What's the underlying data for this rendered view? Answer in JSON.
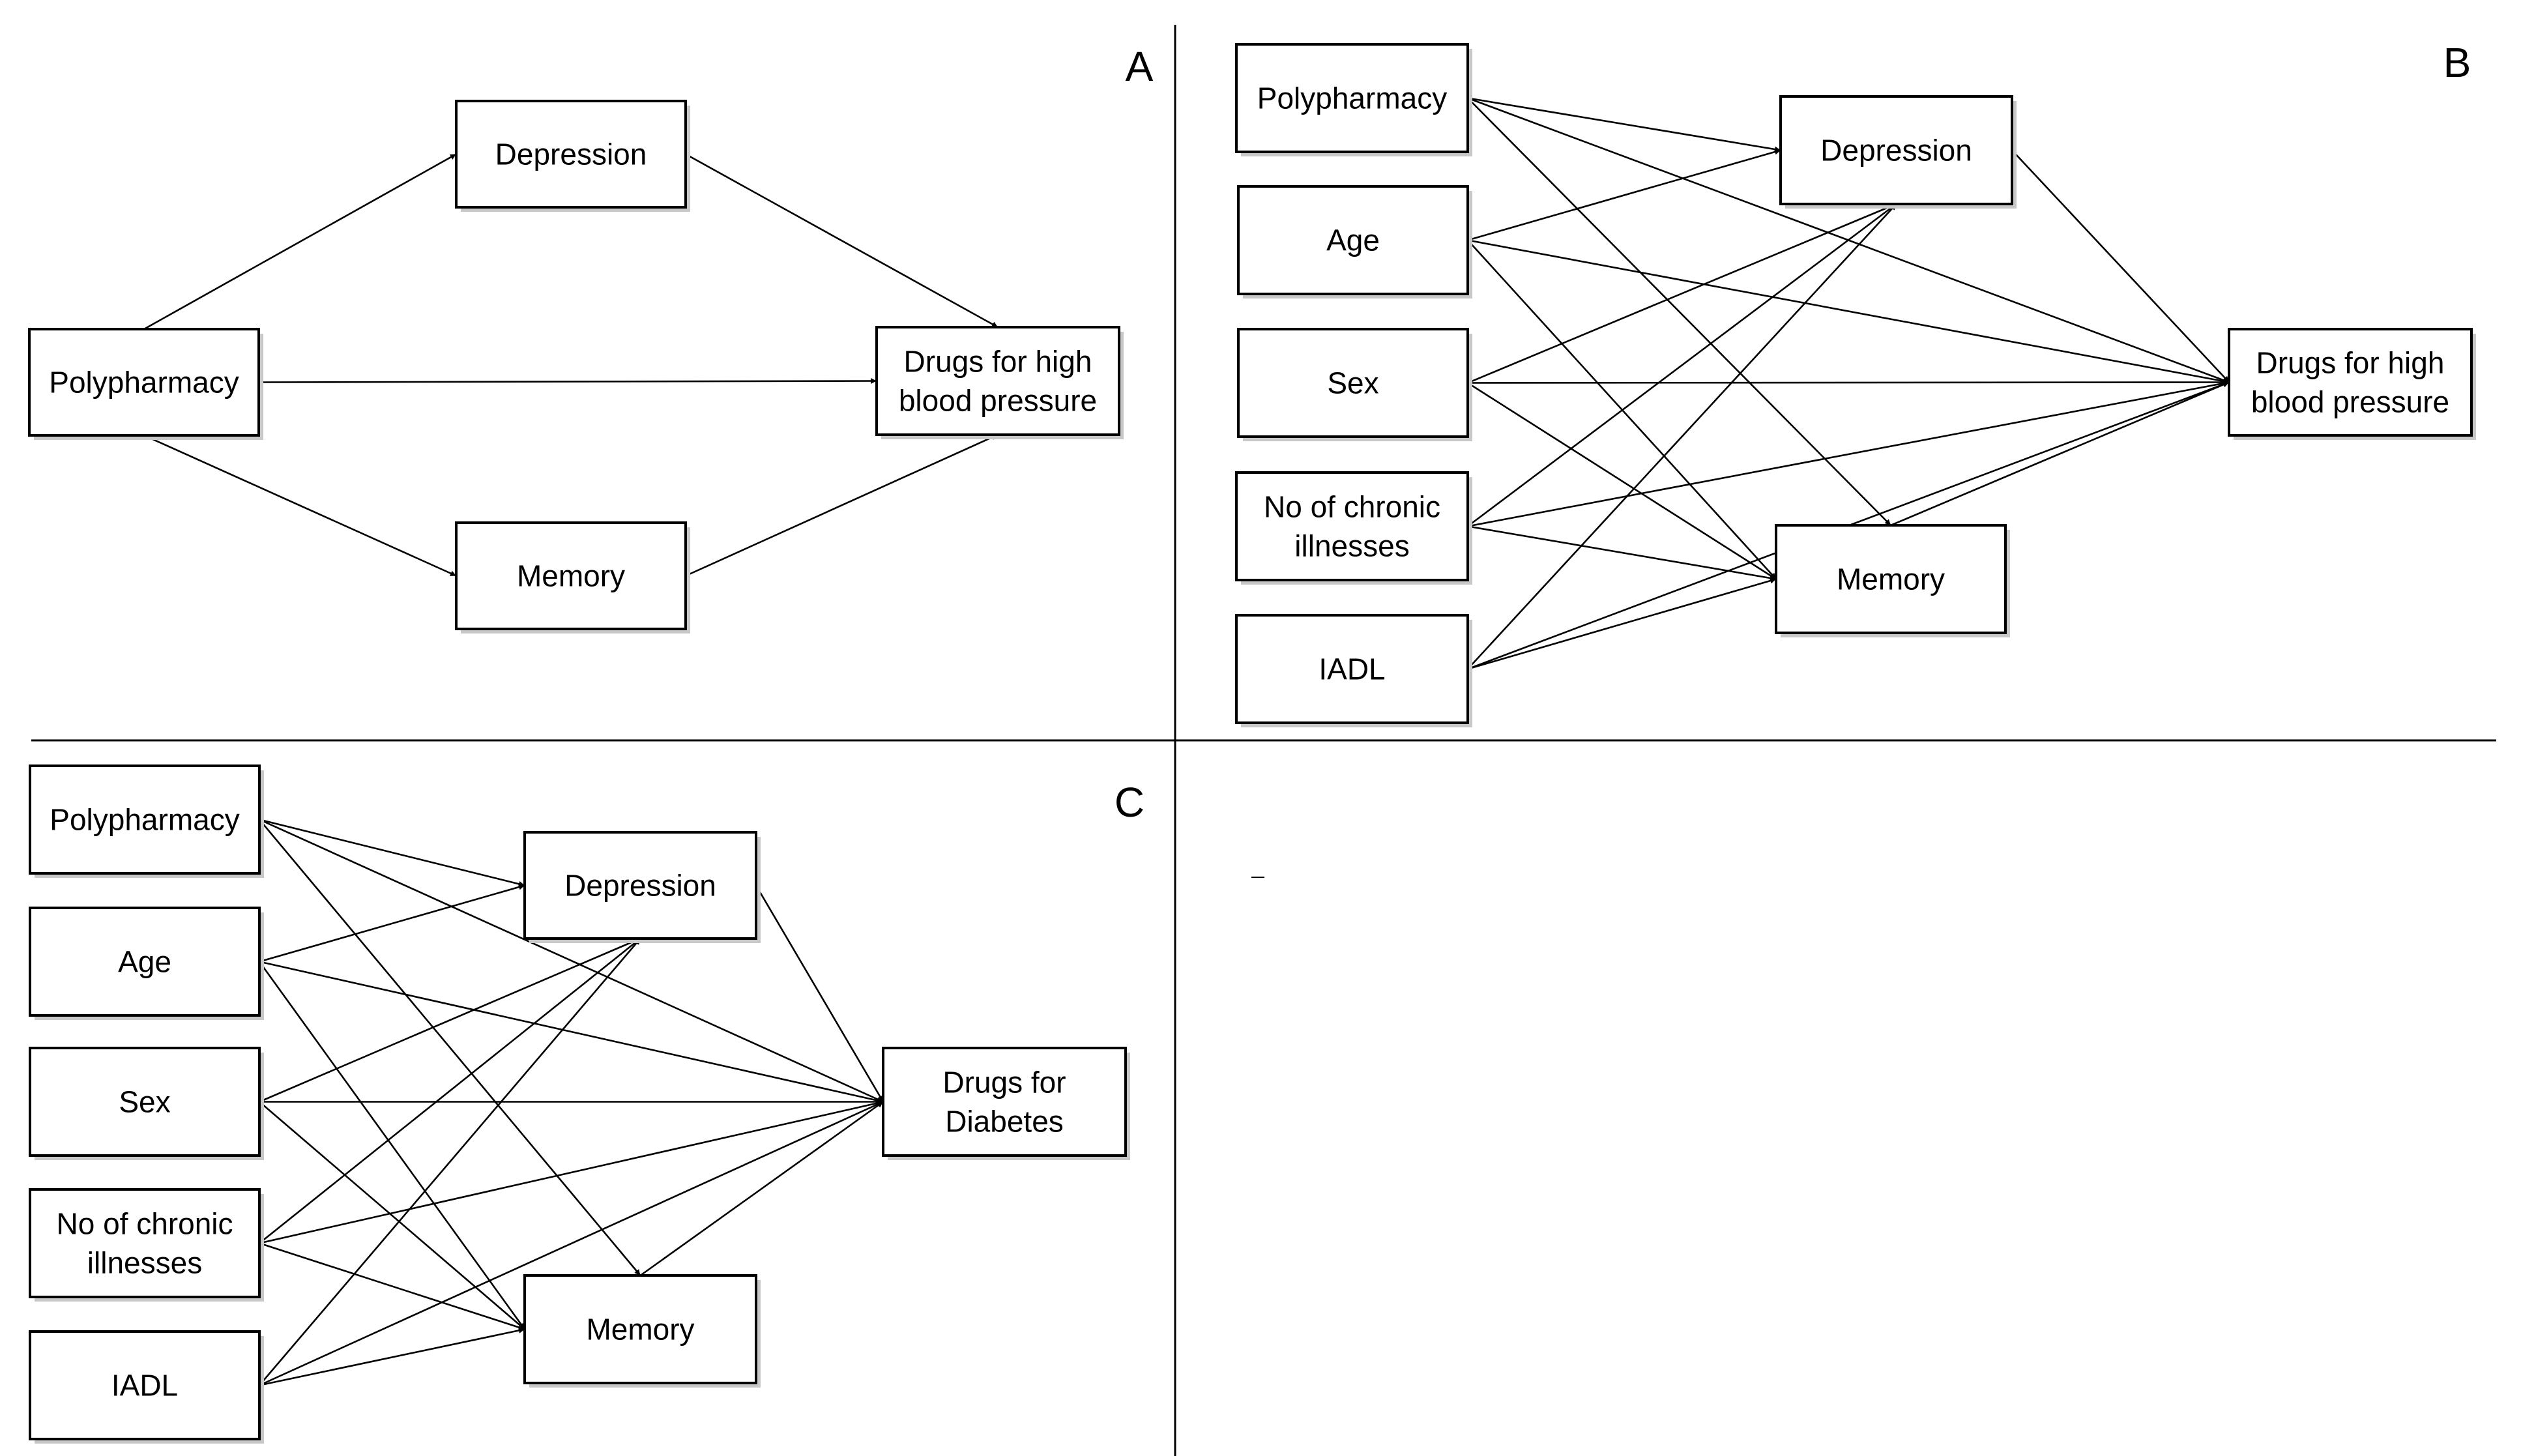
{
  "panels": [
    {
      "id": "A",
      "label": "A",
      "nodes": [
        {
          "id": "poly",
          "label": [
            "Polypharmacy"
          ]
        },
        {
          "id": "dep",
          "label": [
            "Depression"
          ]
        },
        {
          "id": "mem",
          "label": [
            "Memory"
          ]
        },
        {
          "id": "out",
          "label": [
            "Drugs for high",
            "blood pressure"
          ]
        }
      ],
      "edges": [
        [
          "poly",
          "dep"
        ],
        [
          "poly",
          "mem"
        ],
        [
          "poly",
          "out"
        ],
        [
          "dep",
          "out"
        ],
        [
          "mem",
          "out"
        ]
      ]
    },
    {
      "id": "B",
      "label": "B",
      "nodes": [
        {
          "id": "poly",
          "label": [
            "Polypharmacy"
          ]
        },
        {
          "id": "age",
          "label": [
            "Age"
          ]
        },
        {
          "id": "sex",
          "label": [
            "Sex"
          ]
        },
        {
          "id": "chronic",
          "label": [
            "No of chronic",
            "illnesses"
          ]
        },
        {
          "id": "iadl",
          "label": [
            "IADL"
          ]
        },
        {
          "id": "dep",
          "label": [
            "Depression"
          ]
        },
        {
          "id": "mem",
          "label": [
            "Memory"
          ]
        },
        {
          "id": "out",
          "label": [
            "Drugs for high",
            "blood pressure"
          ]
        }
      ],
      "edges": [
        [
          "poly",
          "dep"
        ],
        [
          "poly",
          "mem"
        ],
        [
          "poly",
          "out"
        ],
        [
          "age",
          "dep"
        ],
        [
          "age",
          "mem"
        ],
        [
          "age",
          "out"
        ],
        [
          "sex",
          "dep"
        ],
        [
          "sex",
          "mem"
        ],
        [
          "sex",
          "out"
        ],
        [
          "chronic",
          "dep"
        ],
        [
          "chronic",
          "mem"
        ],
        [
          "chronic",
          "out"
        ],
        [
          "iadl",
          "dep"
        ],
        [
          "iadl",
          "mem"
        ],
        [
          "iadl",
          "out"
        ],
        [
          "dep",
          "out"
        ],
        [
          "mem",
          "out"
        ]
      ]
    },
    {
      "id": "C",
      "label": "C",
      "nodes": [
        {
          "id": "poly",
          "label": [
            "Polypharmacy"
          ]
        },
        {
          "id": "age",
          "label": [
            "Age"
          ]
        },
        {
          "id": "sex",
          "label": [
            "Sex"
          ]
        },
        {
          "id": "chronic",
          "label": [
            "No of chronic",
            "illnesses"
          ]
        },
        {
          "id": "iadl",
          "label": [
            "IADL"
          ]
        },
        {
          "id": "dep",
          "label": [
            "Depression"
          ]
        },
        {
          "id": "mem",
          "label": [
            "Memory"
          ]
        },
        {
          "id": "out",
          "label": [
            "Drugs for",
            "Diabetes"
          ]
        }
      ],
      "edges": [
        [
          "poly",
          "dep"
        ],
        [
          "poly",
          "mem"
        ],
        [
          "poly",
          "out"
        ],
        [
          "age",
          "dep"
        ],
        [
          "age",
          "mem"
        ],
        [
          "age",
          "out"
        ],
        [
          "sex",
          "dep"
        ],
        [
          "sex",
          "mem"
        ],
        [
          "sex",
          "out"
        ],
        [
          "chronic",
          "dep"
        ],
        [
          "chronic",
          "mem"
        ],
        [
          "chronic",
          "out"
        ],
        [
          "iadl",
          "dep"
        ],
        [
          "iadl",
          "mem"
        ],
        [
          "iadl",
          "out"
        ],
        [
          "dep",
          "out"
        ],
        [
          "mem",
          "out"
        ]
      ]
    }
  ]
}
